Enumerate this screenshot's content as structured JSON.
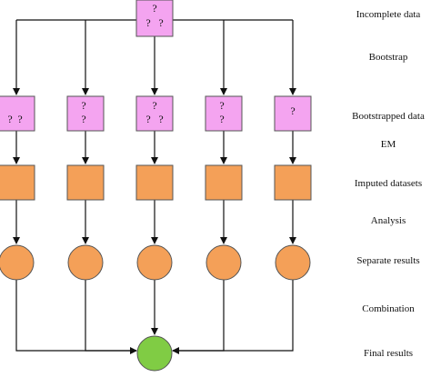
{
  "steps": {
    "incomplete": "Incomplete data",
    "bootstrap": "Bootstrap",
    "bootstrapped": "Bootstrapped data",
    "em": "EM",
    "imputed": "Imputed datasets",
    "analysis": "Analysis",
    "separate": "Separate results",
    "combination": "Combination",
    "final": "Final results"
  },
  "glyphs": {
    "missing": "?"
  },
  "colors": {
    "incomplete_box": "#f4a4f0",
    "imputed_box": "#f4a058",
    "result_circle": "#f4a058",
    "final_circle": "#80cc44",
    "line": "#111111"
  }
}
